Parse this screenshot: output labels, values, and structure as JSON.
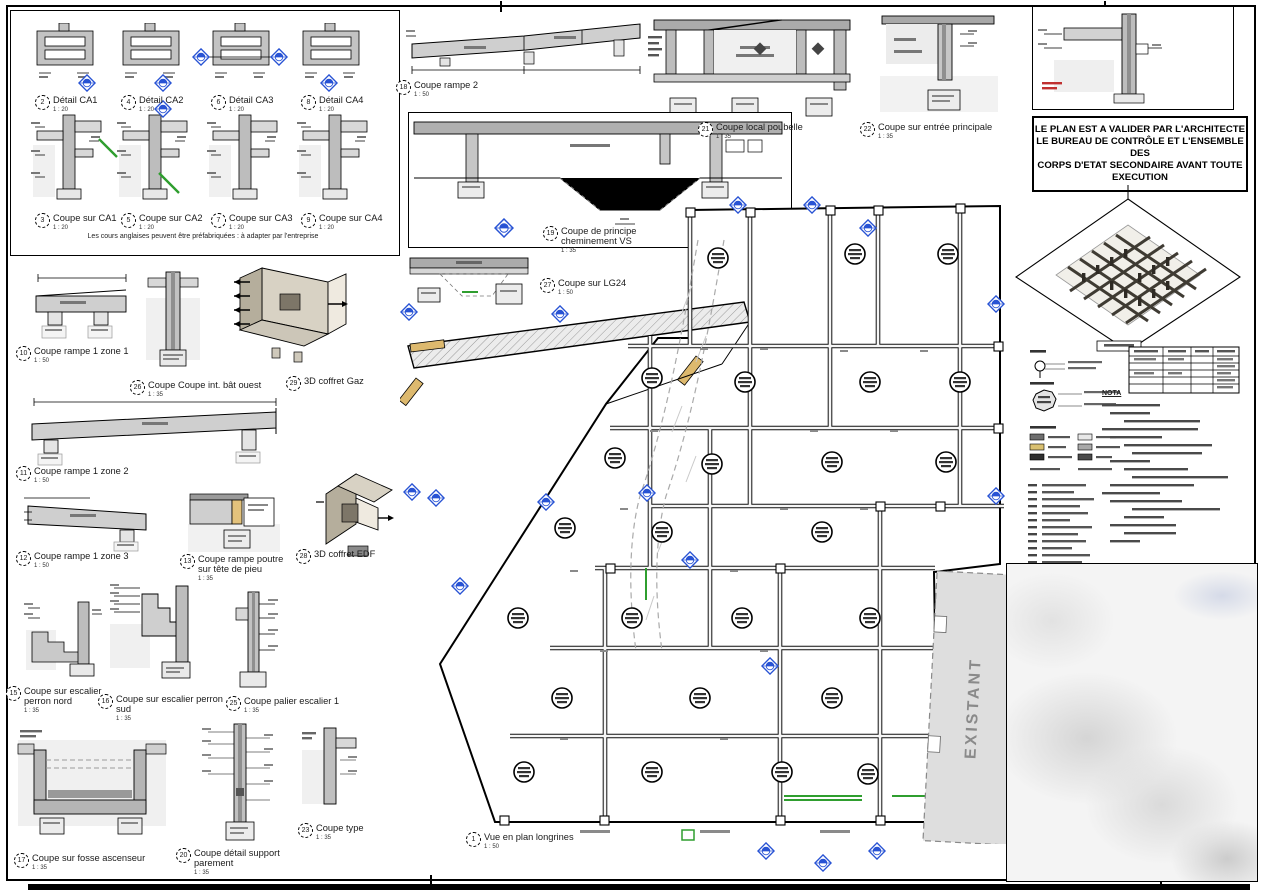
{
  "sheet": {
    "note_box": [
      "LE PLAN EST A VALIDER  PAR L'ARCHITECTE",
      "LE BUREAU DE CONTRÔLE ET L'ENSEMBLE",
      "DES",
      "CORPS D'ETAT SECONDAIRE AVANT TOUTE",
      "EXECUTION"
    ],
    "prefab_note": "Les cours anglaises peuvent être préfabriquées : à adapter par l'entreprise",
    "existant_label": "EXISTANT",
    "nota_label": "NOTA",
    "colors": {
      "marker_blue": "#2853d4",
      "wood_tan": "#ddb96e",
      "green": "#2f9e2f"
    }
  },
  "details": [
    {
      "num": "2",
      "title": "Détail CA1",
      "scale": "1 : 20"
    },
    {
      "num": "4",
      "title": "Détail CA2",
      "scale": "1 : 20"
    },
    {
      "num": "6",
      "title": "Détail CA3",
      "scale": "1 : 20"
    },
    {
      "num": "8",
      "title": "Détail CA4",
      "scale": "1 : 20"
    },
    {
      "num": "3",
      "title": "Coupe sur CA1",
      "scale": "1 : 20"
    },
    {
      "num": "5",
      "title": "Coupe sur CA2",
      "scale": "1 : 20"
    },
    {
      "num": "7",
      "title": "Coupe sur CA3",
      "scale": "1 : 20"
    },
    {
      "num": "9",
      "title": "Coupe sur CA4",
      "scale": "1 : 20"
    },
    {
      "num": "18",
      "title": "Coupe rampe 2",
      "scale": "1 : 50"
    },
    {
      "num": "21",
      "title": "Coupe local poubelle",
      "scale": "1 : 35"
    },
    {
      "num": "22",
      "title": "Coupe sur entrée principale",
      "scale": "1 : 35"
    },
    {
      "num": "19",
      "title": "Coupe de principe cheminement VS",
      "scale": "1 : 35"
    },
    {
      "num": "27",
      "title": "Coupe sur LG24",
      "scale": "1 : 50"
    },
    {
      "num": "10",
      "title": "Coupe rampe 1 zone 1",
      "scale": "1 : 50"
    },
    {
      "num": "26",
      "title": "Coupe Coupe int. bât ouest",
      "scale": "1 : 35"
    },
    {
      "num": "29",
      "title": "3D coffret Gaz",
      "scale": ""
    },
    {
      "num": "11",
      "title": "Coupe rampe 1 zone 2",
      "scale": "1 : 50"
    },
    {
      "num": "12",
      "title": "Coupe rampe 1 zone 3",
      "scale": "1 : 50"
    },
    {
      "num": "13",
      "title": "Coupe rampe poutre sur tête de pieu",
      "scale": "1 : 35"
    },
    {
      "num": "28",
      "title": "3D coffret EDF",
      "scale": ""
    },
    {
      "num": "15",
      "title": "Coupe sur escalier perron nord",
      "scale": "1 : 35"
    },
    {
      "num": "16",
      "title": "Coupe sur escalier perron sud",
      "scale": "1 : 35"
    },
    {
      "num": "25",
      "title": "Coupe palier escalier 1",
      "scale": "1 : 35"
    },
    {
      "num": "17",
      "title": "Coupe sur fosse ascenseur",
      "scale": "1 : 35"
    },
    {
      "num": "20",
      "title": "Coupe détail support parement",
      "scale": "1 : 35"
    },
    {
      "num": "23",
      "title": "Coupe type",
      "scale": "1 : 35"
    },
    {
      "num": "1",
      "title": "Vue en plan longrines",
      "scale": "1 : 50"
    }
  ]
}
